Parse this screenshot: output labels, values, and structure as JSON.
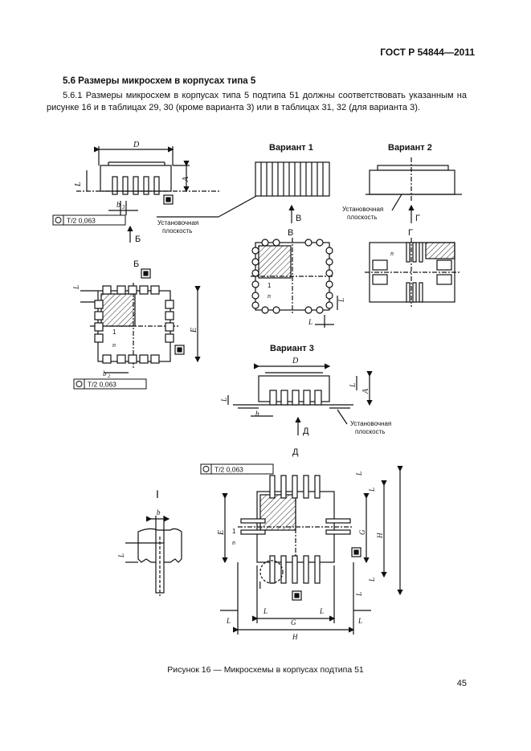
{
  "header": {
    "doc_id": "ГОСТ Р 54844—2011"
  },
  "section": {
    "heading": "5.6 Размеры микросхем в корпусах типа 5",
    "paragraph": "5.6.1 Размеры микросхем в корпусах типа 5 подтипа 51 должны соответствовать указанным на рисунке 16 и в таблицах 29, 30 (кроме варианта 3) или в таблицах 31, 32 (для варианта 3)."
  },
  "figure": {
    "caption": "Рисунок 16 — Микросхемы в корпусах подтипа 51",
    "variant_labels": [
      "Вариант 1",
      "Вариант 2",
      "Вариант 3"
    ],
    "view_labels": [
      "Б",
      "В",
      "Г",
      "Д",
      "I"
    ],
    "note_mounting_plane": "Установочная плоскость",
    "note_mounting_plane_parts": [
      "Установочная",
      "плоскость"
    ],
    "tolerance_frame": "T/2 0,063",
    "dims": {
      "D": "D",
      "A": "A",
      "E": "E",
      "n": "n",
      "one": "1",
      "L1": "L",
      "b3": "b",
      "b2": "b",
      "L2": "L",
      "L3": "L",
      "LE": "L",
      "GE": "G",
      "HE": "H",
      "LD": "L",
      "GD": "G",
      "HD": "H",
      "L2sub": "2",
      "b3sub": "3",
      "b2sub": "2",
      "L1sub": "1",
      "L3sub": "3",
      "Esub": "E",
      "Dsub": "D"
    }
  },
  "footer": {
    "page_number": "45"
  }
}
